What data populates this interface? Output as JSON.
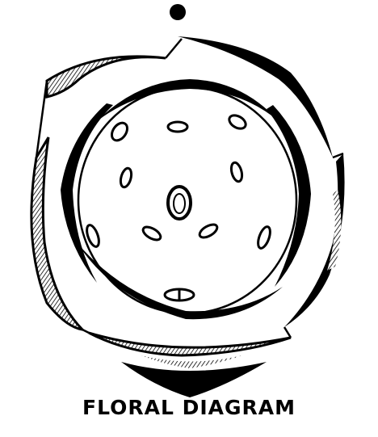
{
  "caption": "FLORAL DIAGRAM",
  "colors": {
    "ink": "#000000",
    "paper": "#ffffff"
  },
  "diagram": {
    "components": [
      "axis-dot",
      "outer-sepal-whorl",
      "petal-whorl",
      "outer-stamens",
      "inner-stamens",
      "ovary",
      "bract"
    ]
  }
}
